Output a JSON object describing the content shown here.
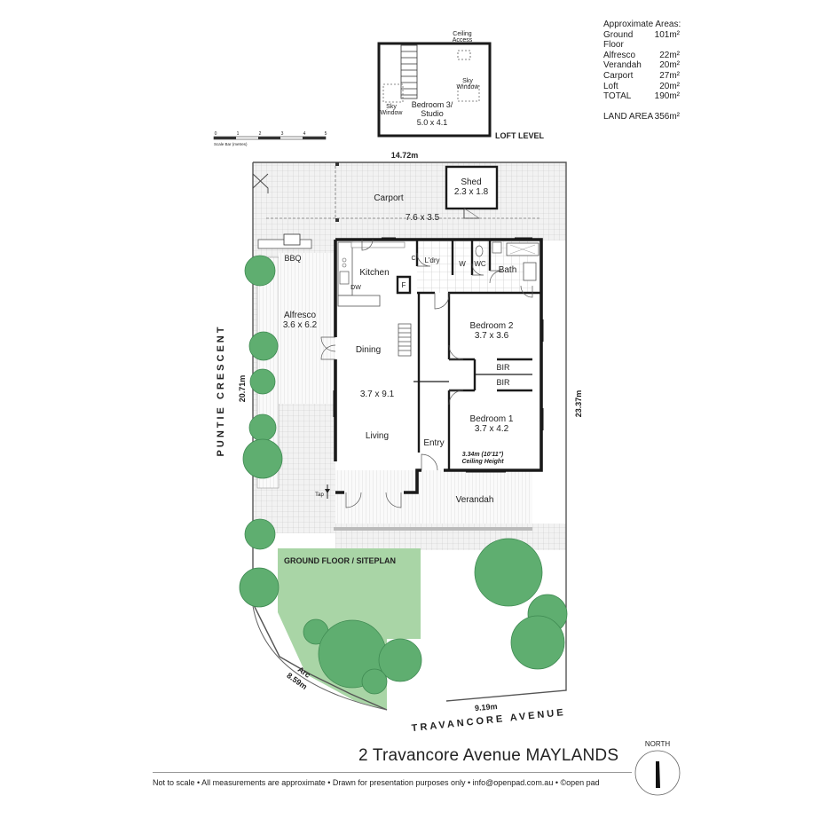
{
  "areas": {
    "heading": "Approximate Areas:",
    "rows": [
      {
        "label": "Ground Floor",
        "value": "101m²"
      },
      {
        "label": "Alfresco",
        "value": "22m²"
      },
      {
        "label": "Verandah",
        "value": "20m²"
      },
      {
        "label": "Carport",
        "value": "27m²"
      },
      {
        "label": "Loft",
        "value": "20m²"
      },
      {
        "label": "TOTAL",
        "value": "190m²"
      }
    ],
    "land_label": "LAND AREA",
    "land_value": "356m²"
  },
  "loft": {
    "title": "LOFT LEVEL",
    "ceiling_access": [
      "Ceiling",
      "Access"
    ],
    "sky_window": [
      "Sky",
      "Window"
    ],
    "room_name": [
      "Bedroom 3/",
      "Studio"
    ],
    "room_size": "5.0 x 4.1"
  },
  "scale": {
    "ticks": [
      "0",
      "1",
      "2",
      "3",
      "4",
      "5"
    ],
    "label": "Scale Bar (metres)"
  },
  "dims": {
    "top_width": "14.72m",
    "left_depth": "20.71m",
    "right_depth": "23.37m",
    "bottom_width": "9.19m",
    "arc": [
      "Arc",
      "8.59m"
    ]
  },
  "rooms": {
    "shed": {
      "name": "Shed",
      "size": "2.3 x 1.8"
    },
    "carport": {
      "name": "Carport",
      "size": "7.6 x 3.5"
    },
    "bbq": "BBQ",
    "kitchen": "Kitchen",
    "dw": "DW",
    "fridge": "F",
    "c": "C",
    "laundry": "L'dry",
    "w": "W",
    "wc": "WC",
    "bath": "Bath",
    "alfresco": {
      "name": "Alfresco",
      "size": "3.6 x 6.2"
    },
    "dining": "Dining",
    "dining_living_size": "3.7 x 9.1",
    "living": "Living",
    "entry": "Entry",
    "bedroom2": {
      "name": "Bedroom 2",
      "size": "3.7 x 3.6"
    },
    "bir": "BIR",
    "bedroom1": {
      "name": "Bedroom 1",
      "size": "3.7 x 4.2"
    },
    "ceiling": [
      "3.34m (10'11\")",
      "Ceiling Height"
    ],
    "tap": "Tap",
    "verandah": "Verandah"
  },
  "streets": {
    "left": "PUNTIE CRESCENT",
    "bottom": "TRAVANCORE AVENUE"
  },
  "ground_floor_title": "GROUND FLOOR / SITEPLAN",
  "north": "NORTH",
  "address": "2 Travancore Avenue MAYLANDS",
  "footer": "Not to scale  •  All measurements are approximate  •  Drawn for presentation purposes only  •  info@openpad.com.au  •  ©open pad",
  "colors": {
    "tree": "#5fae70",
    "tree_stroke": "#3f8a52",
    "lawn": "#a9d5a6",
    "paving": "#d8d8d8",
    "wall": "#1a1a1a"
  }
}
